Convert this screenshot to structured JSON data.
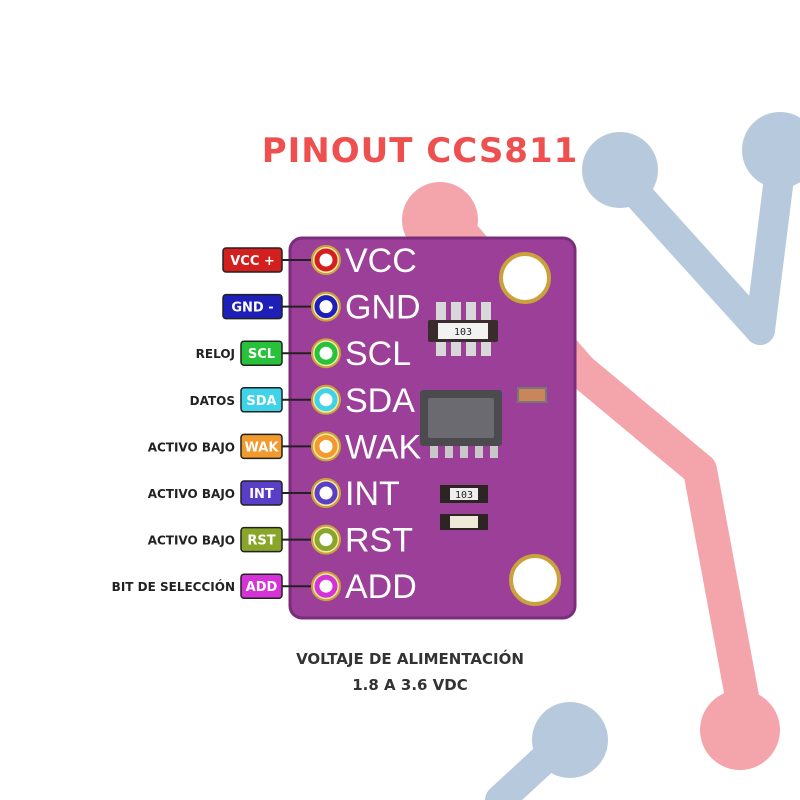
{
  "title": "PINOUT  CCS811",
  "colors": {
    "title": "#ee4f4f",
    "board": "#9b3f99",
    "board_edge": "#7a2d7b",
    "pin_text": "#ffffff",
    "bg_red": "#f4a5ab",
    "bg_blue": "#b7c9dc"
  },
  "pins": [
    {
      "label": "VCC",
      "tag": "VCC +",
      "side_label": "",
      "color": "#d41f1f",
      "tag_text_color": "#ffffff"
    },
    {
      "label": "GND",
      "tag": "GND -",
      "side_label": "",
      "color": "#1d1fb8",
      "tag_text_color": "#ffffff"
    },
    {
      "label": "SCL",
      "tag": "SCL",
      "side_label": "RELOJ",
      "color": "#27c23a",
      "tag_text_color": "#ffffff"
    },
    {
      "label": "SDA",
      "tag": "SDA",
      "side_label": "DATOS",
      "color": "#3fd3ea",
      "tag_text_color": "#ffffff"
    },
    {
      "label": "WAK",
      "tag": "WAK",
      "side_label": "ACTIVO BAJO",
      "color": "#f29a2e",
      "tag_text_color": "#ffffff"
    },
    {
      "label": "INT",
      "tag": "INT",
      "side_label": "ACTIVO BAJO",
      "color": "#5a3fc6",
      "tag_text_color": "#ffffff"
    },
    {
      "label": "RST",
      "tag": "RST",
      "side_label": "ACTIVO BAJO",
      "color": "#8aa62a",
      "tag_text_color": "#ffffff"
    },
    {
      "label": "ADD",
      "tag": "ADD",
      "side_label": "BIT DE SELECCIÓN",
      "color": "#d532d8",
      "tag_text_color": "#ffffff"
    }
  ],
  "components": {
    "resistor_top": "103",
    "resistor_mid": "103"
  },
  "footer": {
    "line1": "VOLTAJE DE ALIMENTACIÓN",
    "line2": "1.8 A 3.6 VDC"
  }
}
